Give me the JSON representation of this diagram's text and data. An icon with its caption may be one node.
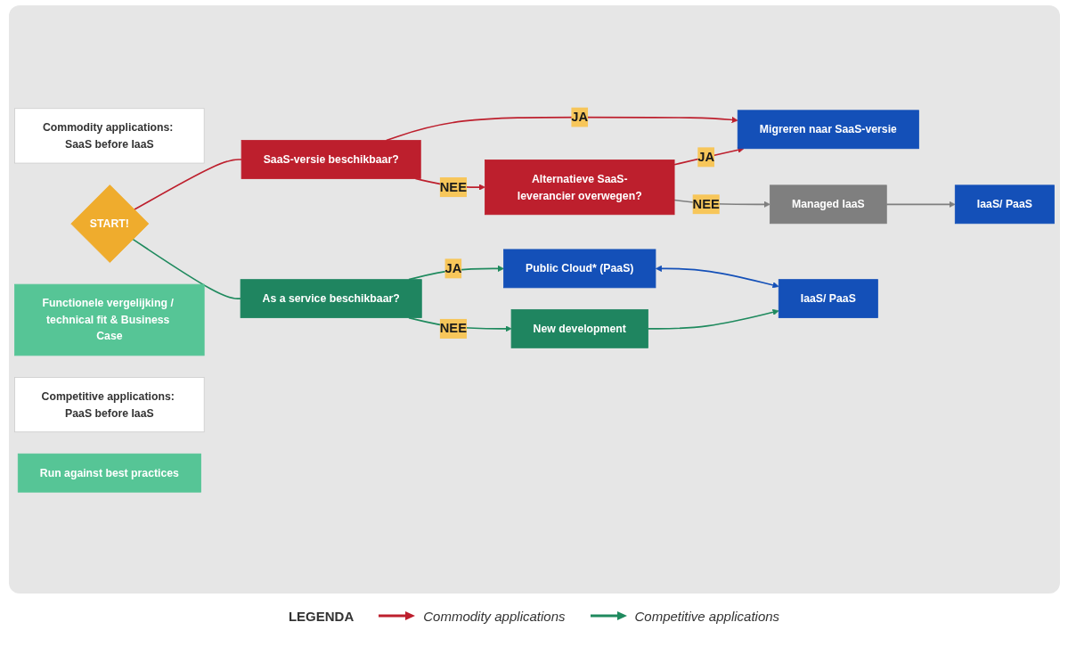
{
  "diagram": {
    "nodes": [
      {
        "text": [
          "Commodity applications: SaaS before IaaS"
        ]
      },
      {
        "text": [
          "START!"
        ]
      },
      {
        "text": [
          "SaaS-versie beschikbaar?"
        ]
      },
      {
        "text": [
          "Alternatieve SaaS-leverancier overwegen?"
        ]
      },
      {
        "text": [
          "Managed IaaS"
        ]
      },
      {
        "text": [
          "Functionele vergelijking / technical fit & Business Case"
        ]
      },
      {
        "text": [
          "Migreren naar SaaS-versie"
        ]
      },
      {
        "text": [
          "IaaS/ PaaS"
        ]
      },
      {
        "text": [
          "Competitive applications: PaaS before IaaS"
        ]
      },
      {
        "text": [
          "As a service beschikbaar?"
        ]
      },
      {
        "text": [
          "New development"
        ]
      },
      {
        "text": [
          "Run against best practices"
        ]
      },
      {
        "text": [
          "Public Cloud* (PaaS)"
        ]
      },
      {
        "text": [
          "IaaS/ PaaS"
        ]
      }
    ],
    "edges": [
      {
        "from": 1,
        "to": 2,
        "arrow": "none",
        "color": "#bd1f2d"
      },
      {
        "from": 2,
        "to": 6,
        "arrow": "to",
        "label": "JA",
        "color": "#bd1f2d"
      },
      {
        "from": 2,
        "to": 3,
        "arrow": "to",
        "label": "NEE",
        "color": "#bd1f2d"
      },
      {
        "from": 3,
        "to": 6,
        "arrow": "to",
        "label": "JA",
        "color": "#bd1f2d"
      },
      {
        "from": 3,
        "to": 4,
        "arrow": "to",
        "label": "NEE",
        "color": "#7f7f7f"
      },
      {
        "from": 4,
        "to": 7,
        "arrow": "to",
        "color": "#7f7f7f"
      },
      {
        "from": 1,
        "to": 9,
        "arrow": "none",
        "color": "#1f8a5e"
      },
      {
        "from": 9,
        "to": 12,
        "arrow": "to",
        "label": "JA",
        "color": "#1f8a5e"
      },
      {
        "from": 9,
        "to": 10,
        "arrow": "to",
        "label": "NEE",
        "color": "#1f8a5e"
      },
      {
        "from": 10,
        "to": 13,
        "arrow": "to",
        "color": "#1f8a5e"
      },
      {
        "from": 12,
        "to": 13,
        "arrow": "both",
        "color": "#1450b8"
      }
    ],
    "labels": [
      "LEGENDA"
    ],
    "legend": [
      {
        "text": "Commodity applications"
      },
      {
        "text": "Competitive applications"
      }
    ]
  }
}
